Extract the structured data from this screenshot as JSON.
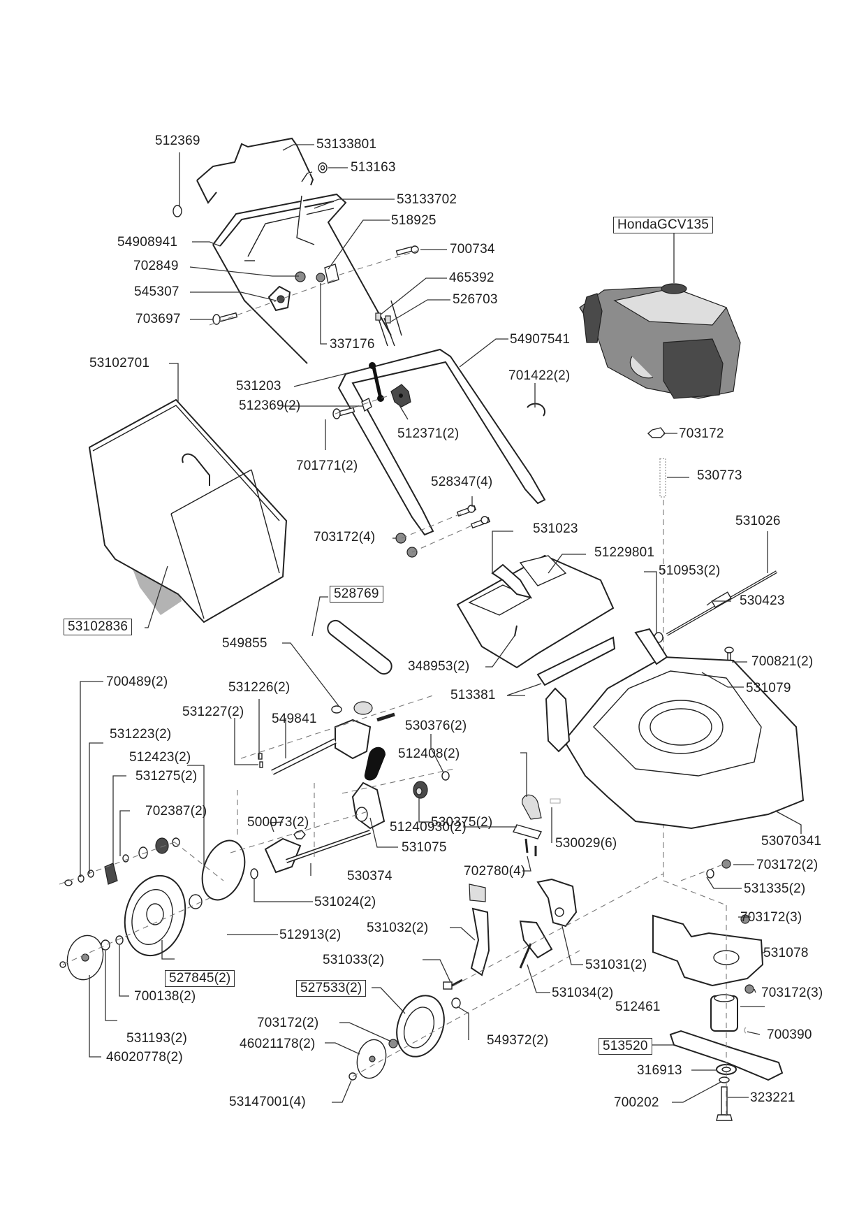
{
  "diagram": {
    "title": "Lawn mower exploded parts diagram",
    "engine_label": "HondaGCV135",
    "labels": [
      {
        "id": "l1",
        "text": "512369",
        "boxed": false
      },
      {
        "id": "l2",
        "text": "53133801",
        "boxed": false
      },
      {
        "id": "l3",
        "text": "513163",
        "boxed": false
      },
      {
        "id": "l4",
        "text": "53133702",
        "boxed": false
      },
      {
        "id": "l5",
        "text": "518925",
        "boxed": false
      },
      {
        "id": "l6",
        "text": "54908941",
        "boxed": false
      },
      {
        "id": "l7",
        "text": "702849",
        "boxed": false
      },
      {
        "id": "l8",
        "text": "700734",
        "boxed": false
      },
      {
        "id": "l9",
        "text": "545307",
        "boxed": false
      },
      {
        "id": "l10",
        "text": "465392",
        "boxed": false
      },
      {
        "id": "l11",
        "text": "526703",
        "boxed": false
      },
      {
        "id": "l12",
        "text": "703697",
        "boxed": false
      },
      {
        "id": "l13",
        "text": "337176",
        "boxed": false
      },
      {
        "id": "l14",
        "text": "54907541",
        "boxed": false
      },
      {
        "id": "l15",
        "text": "53102701",
        "boxed": false
      },
      {
        "id": "l16",
        "text": "531203",
        "boxed": false
      },
      {
        "id": "l17",
        "text": "701422(2)",
        "boxed": false
      },
      {
        "id": "l18",
        "text": "512369(2)",
        "boxed": false
      },
      {
        "id": "l19",
        "text": "512371(2)",
        "boxed": false
      },
      {
        "id": "l20",
        "text": "703172",
        "boxed": false
      },
      {
        "id": "l21",
        "text": "701771(2)",
        "boxed": false
      },
      {
        "id": "l22",
        "text": "530773",
        "boxed": false
      },
      {
        "id": "l23",
        "text": "528347(4)",
        "boxed": false
      },
      {
        "id": "l24",
        "text": "531026",
        "boxed": false
      },
      {
        "id": "l25",
        "text": "531023",
        "boxed": false
      },
      {
        "id": "l26",
        "text": "703172(4)",
        "boxed": false
      },
      {
        "id": "l27",
        "text": "51229801",
        "boxed": false
      },
      {
        "id": "l28",
        "text": "510953(2)",
        "boxed": false
      },
      {
        "id": "l29",
        "text": "528769",
        "boxed": true
      },
      {
        "id": "l30",
        "text": "530423",
        "boxed": false
      },
      {
        "id": "l31",
        "text": "53102836",
        "boxed": true
      },
      {
        "id": "l32",
        "text": "549855",
        "boxed": false
      },
      {
        "id": "l33",
        "text": "700821(2)",
        "boxed": false
      },
      {
        "id": "l34",
        "text": "348953(2)",
        "boxed": false
      },
      {
        "id": "l35",
        "text": "700489(2)",
        "boxed": false
      },
      {
        "id": "l36",
        "text": "531226(2)",
        "boxed": false
      },
      {
        "id": "l37",
        "text": "513381",
        "boxed": false
      },
      {
        "id": "l38",
        "text": "531079",
        "boxed": false
      },
      {
        "id": "l39",
        "text": "531227(2)",
        "boxed": false
      },
      {
        "id": "l40",
        "text": "549841",
        "boxed": false
      },
      {
        "id": "l41",
        "text": "531223(2)",
        "boxed": false
      },
      {
        "id": "l42",
        "text": "530376(2)",
        "boxed": false
      },
      {
        "id": "l43",
        "text": "512423(2)",
        "boxed": false
      },
      {
        "id": "l44",
        "text": "512408(2)",
        "boxed": false
      },
      {
        "id": "l45",
        "text": "531275(2)",
        "boxed": false
      },
      {
        "id": "l46",
        "text": "500073(2)",
        "boxed": false
      },
      {
        "id": "l47",
        "text": "530375(2)",
        "boxed": false
      },
      {
        "id": "l48",
        "text": "702387(2)",
        "boxed": false
      },
      {
        "id": "l49",
        "text": "51240930(2)",
        "boxed": false
      },
      {
        "id": "l50",
        "text": "530029(6)",
        "boxed": false
      },
      {
        "id": "l51",
        "text": "531075",
        "boxed": false
      },
      {
        "id": "l52",
        "text": "53070341",
        "boxed": false
      },
      {
        "id": "l53",
        "text": "702780(4)",
        "boxed": false
      },
      {
        "id": "l54",
        "text": "703172(2)",
        "boxed": false
      },
      {
        "id": "l55",
        "text": "530374",
        "boxed": false
      },
      {
        "id": "l56",
        "text": "531335(2)",
        "boxed": false
      },
      {
        "id": "l57",
        "text": "531024(2)",
        "boxed": false
      },
      {
        "id": "l58",
        "text": "703172(3)",
        "boxed": false
      },
      {
        "id": "l59",
        "text": "531032(2)",
        "boxed": false
      },
      {
        "id": "l60",
        "text": "512913(2)",
        "boxed": false
      },
      {
        "id": "l61",
        "text": "531078",
        "boxed": false
      },
      {
        "id": "l62",
        "text": "531031(2)",
        "boxed": false
      },
      {
        "id": "l63",
        "text": "531033(2)",
        "boxed": false
      },
      {
        "id": "l64",
        "text": "527845(2)",
        "boxed": true
      },
      {
        "id": "l65",
        "text": "531034(2)",
        "boxed": false
      },
      {
        "id": "l66",
        "text": "527533(2)",
        "boxed": true
      },
      {
        "id": "l67",
        "text": "703172(3)",
        "boxed": false
      },
      {
        "id": "l68",
        "text": "700138(2)",
        "boxed": false
      },
      {
        "id": "l69",
        "text": "512461",
        "boxed": false
      },
      {
        "id": "l70",
        "text": "703172(2)",
        "boxed": false
      },
      {
        "id": "l71",
        "text": "700390",
        "boxed": false
      },
      {
        "id": "l72",
        "text": "531193(2)",
        "boxed": false
      },
      {
        "id": "l73",
        "text": "549372(2)",
        "boxed": false
      },
      {
        "id": "l74",
        "text": "513520",
        "boxed": true
      },
      {
        "id": "l75",
        "text": "46021178(2)",
        "boxed": false
      },
      {
        "id": "l76",
        "text": "46020778(2)",
        "boxed": false
      },
      {
        "id": "l77",
        "text": "316913",
        "boxed": false
      },
      {
        "id": "l78",
        "text": "53147001(4)",
        "boxed": false
      },
      {
        "id": "l79",
        "text": "700202",
        "boxed": false
      },
      {
        "id": "l80",
        "text": "323221",
        "boxed": false
      }
    ]
  }
}
